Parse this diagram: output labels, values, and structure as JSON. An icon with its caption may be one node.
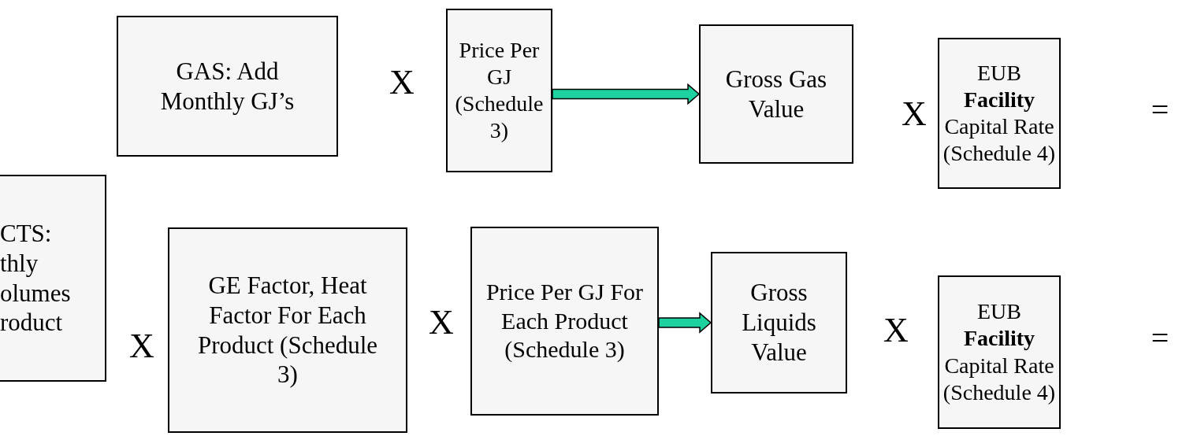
{
  "diagram": {
    "nodes": [
      {
        "text": [
          "GAS: Add Monthly GJ’s"
        ]
      },
      {
        "text": [
          "Price Per GJ (Schedule 3)"
        ]
      },
      {
        "text": [
          "Gross Gas Value"
        ]
      },
      {
        "text": [
          "EUB **Facility** Capital Rate (Schedule 4)"
        ]
      },
      {
        "text": [
          "CTS: thly olumes roduct"
        ]
      },
      {
        "text": [
          "GE Factor, Heat Factor For Each Product (Schedule 3)"
        ]
      },
      {
        "text": [
          "Price Per GJ For Each Product (Schedule 3)"
        ]
      },
      {
        "text": [
          "Gross Liquids Value"
        ]
      },
      {
        "text": [
          "EUB **Facility** Capital Rate (Schedule 4)"
        ]
      }
    ],
    "edges": [
      {
        "from": 1,
        "to": 2,
        "arrow": "to",
        "style": "thick"
      },
      {
        "from": 6,
        "to": 7,
        "arrow": "to",
        "style": "thick"
      }
    ],
    "labels": [
      "X",
      "X",
      "=",
      "X",
      "X",
      "X",
      "="
    ]
  }
}
